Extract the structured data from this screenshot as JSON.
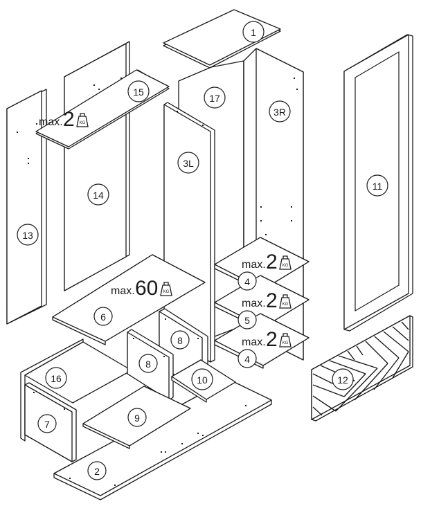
{
  "parts": [
    {
      "id": "p1",
      "label": "1"
    },
    {
      "id": "p2",
      "label": "2"
    },
    {
      "id": "p3L",
      "label": "3L"
    },
    {
      "id": "p3R",
      "label": "3R"
    },
    {
      "id": "p4a",
      "label": "4"
    },
    {
      "id": "p4b",
      "label": "4"
    },
    {
      "id": "p5",
      "label": "5"
    },
    {
      "id": "p6",
      "label": "6"
    },
    {
      "id": "p7",
      "label": "7"
    },
    {
      "id": "p8a",
      "label": "8"
    },
    {
      "id": "p8b",
      "label": "8"
    },
    {
      "id": "p9",
      "label": "9"
    },
    {
      "id": "p10",
      "label": "10"
    },
    {
      "id": "p11",
      "label": "11"
    },
    {
      "id": "p12",
      "label": "12"
    },
    {
      "id": "p13",
      "label": "13"
    },
    {
      "id": "p14",
      "label": "14"
    },
    {
      "id": "p15",
      "label": "15"
    },
    {
      "id": "p16",
      "label": "16"
    },
    {
      "id": "p17",
      "label": "17"
    }
  ],
  "load_limits": [
    {
      "id": "shelf-15",
      "prefix": "max.",
      "value": "2",
      "unit": "KG"
    },
    {
      "id": "shelf-6",
      "prefix": "max.",
      "value": "60",
      "unit": "KG"
    },
    {
      "id": "shelf-4-top",
      "prefix": "max.",
      "value": "2",
      "unit": "KG"
    },
    {
      "id": "shelf-5",
      "prefix": "max.",
      "value": "2",
      "unit": "KG"
    },
    {
      "id": "shelf-4-bottom",
      "prefix": "max.",
      "value": "2",
      "unit": "KG"
    }
  ]
}
